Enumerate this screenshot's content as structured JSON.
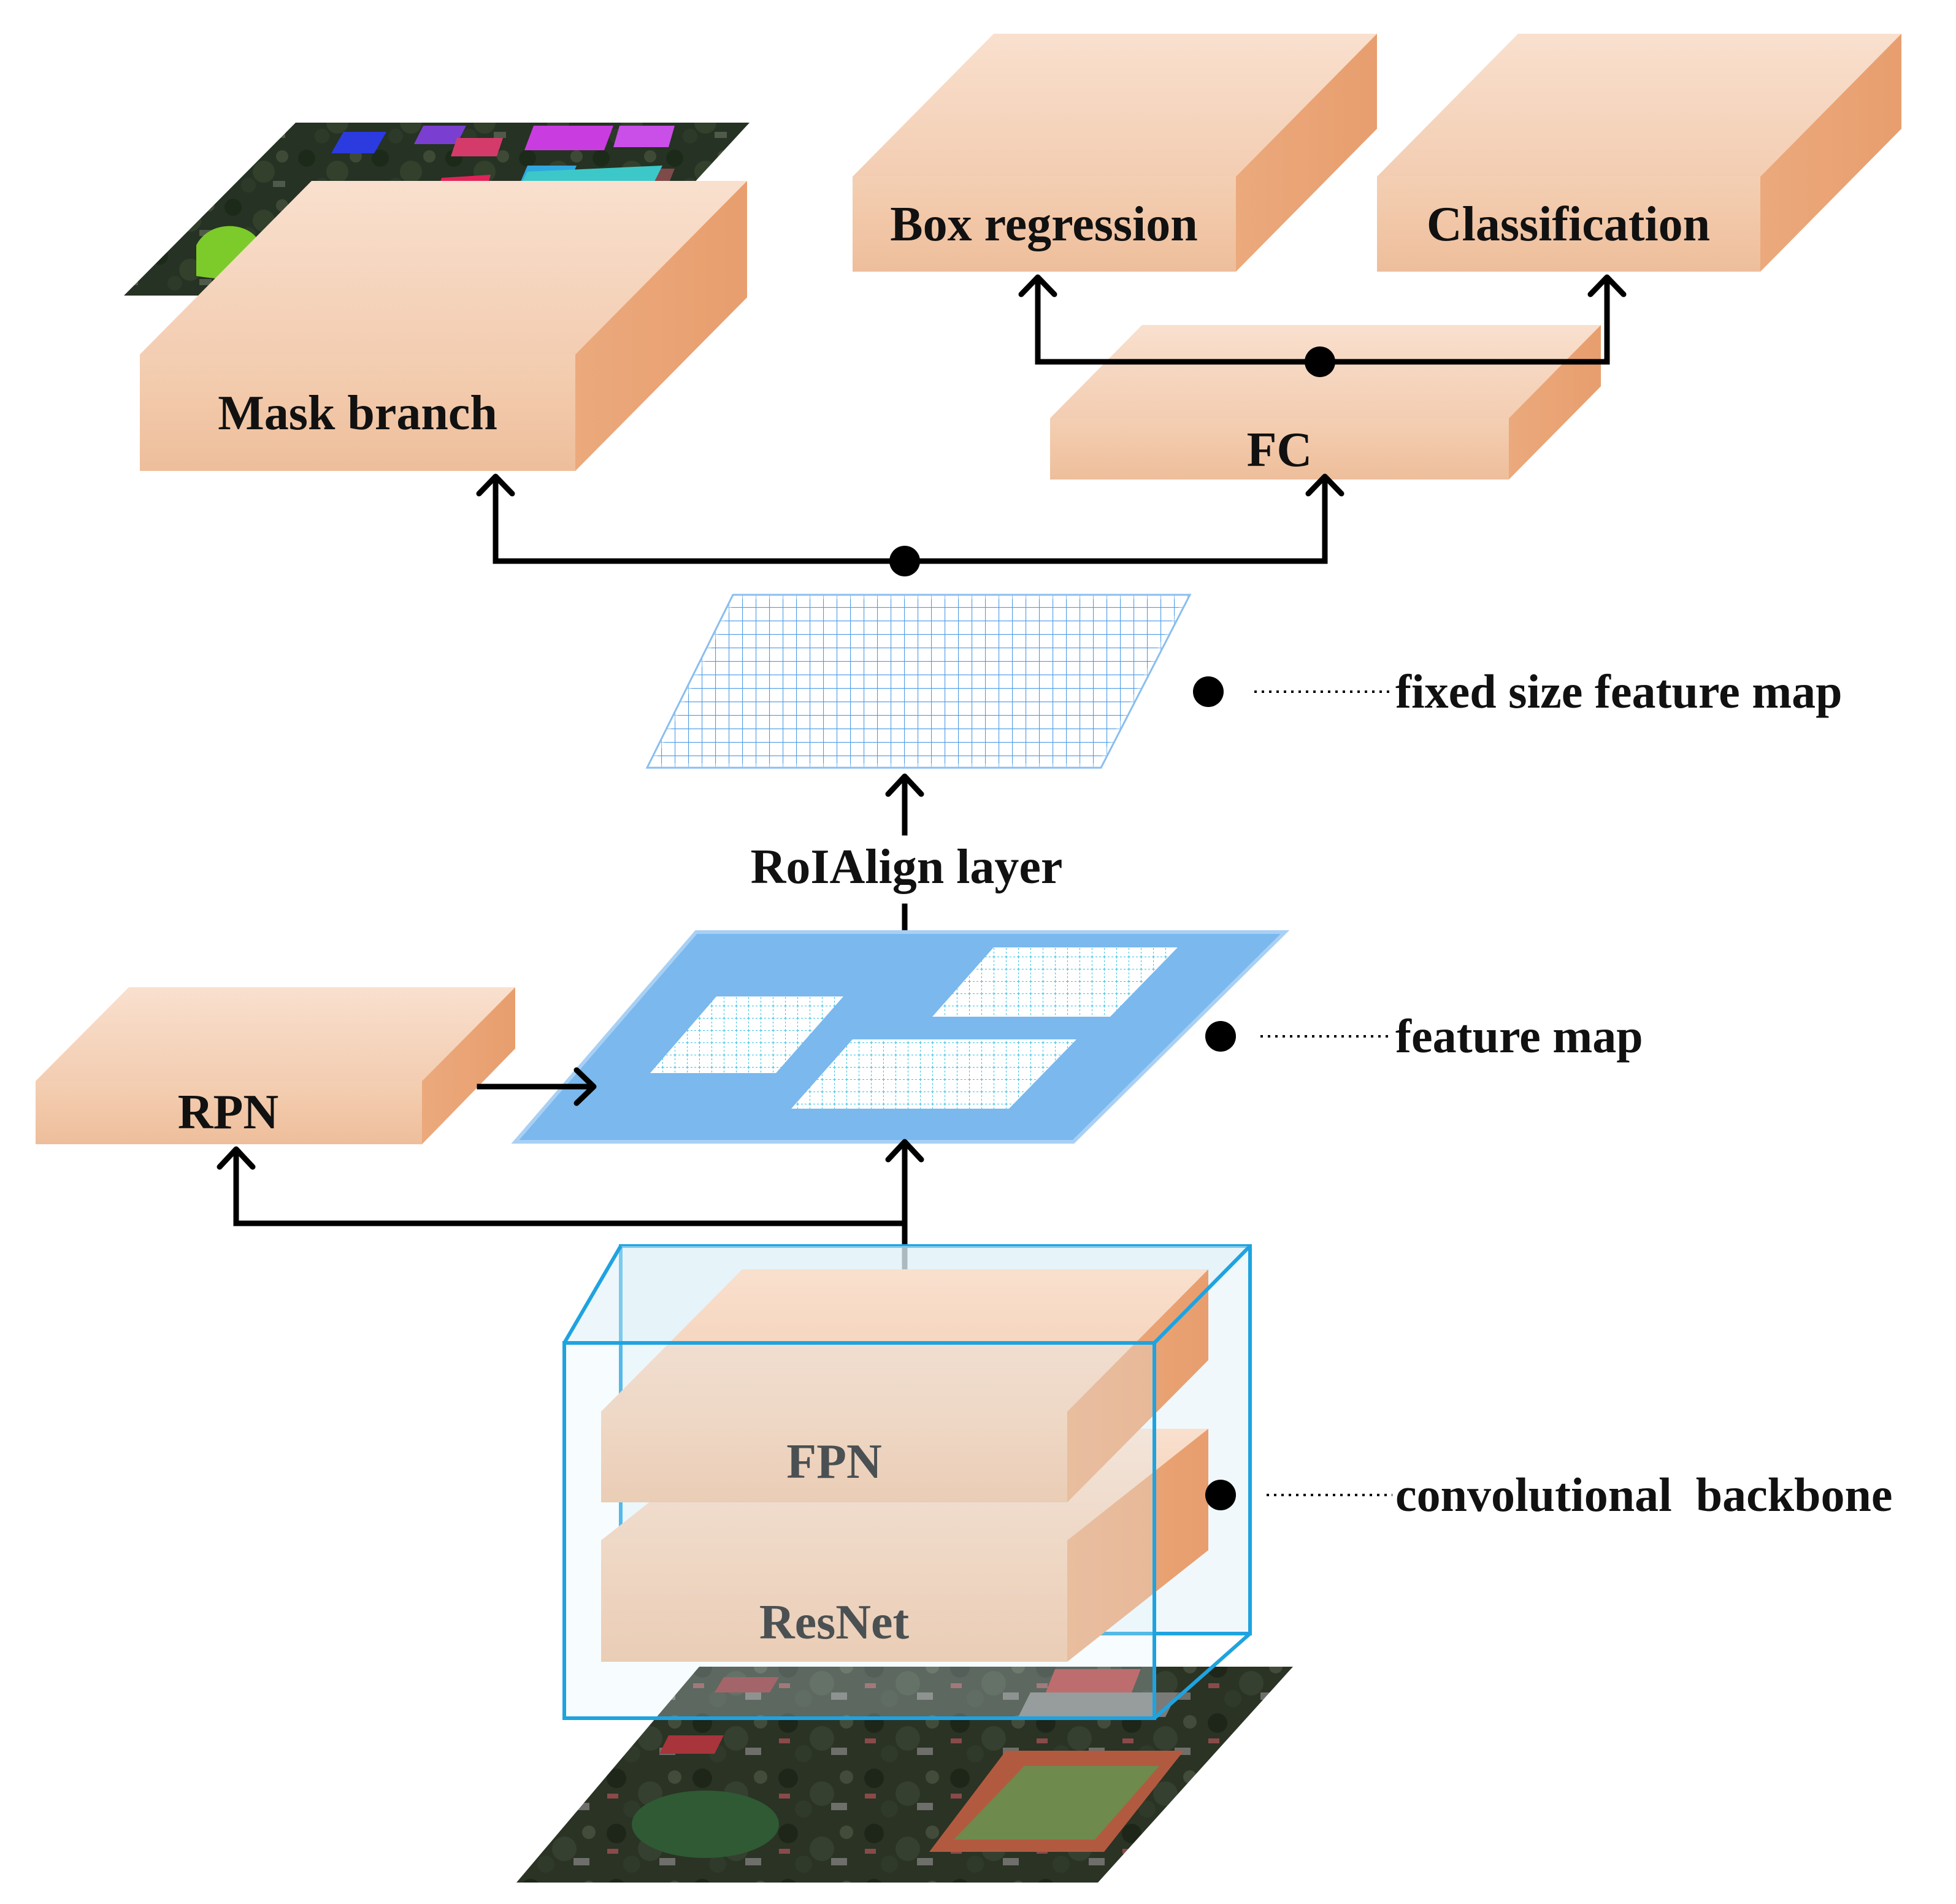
{
  "boxes": {
    "mask_branch": "Mask branch",
    "box_regression": "Box regression",
    "classification": "Classification",
    "fc": "FC",
    "rpn": "RPN",
    "fpn": "FPN",
    "resnet": "ResNet"
  },
  "labels": {
    "roialign": "RoIAlign layer"
  },
  "legend": {
    "fixed_size_feature_map": "fixed size feature map",
    "feature_map": "feature map",
    "convolutional_backbone": "convolutional  backbone"
  },
  "colors": {
    "box_front": "#F2C6A4",
    "box_top": "#F8D9C4",
    "box_side": "#E8A375",
    "feature_map_fill": "#7AB8EE",
    "grid_line": "#4C9BE6",
    "backbone_frame": "#1FA3E0",
    "arrow": "#000000"
  }
}
